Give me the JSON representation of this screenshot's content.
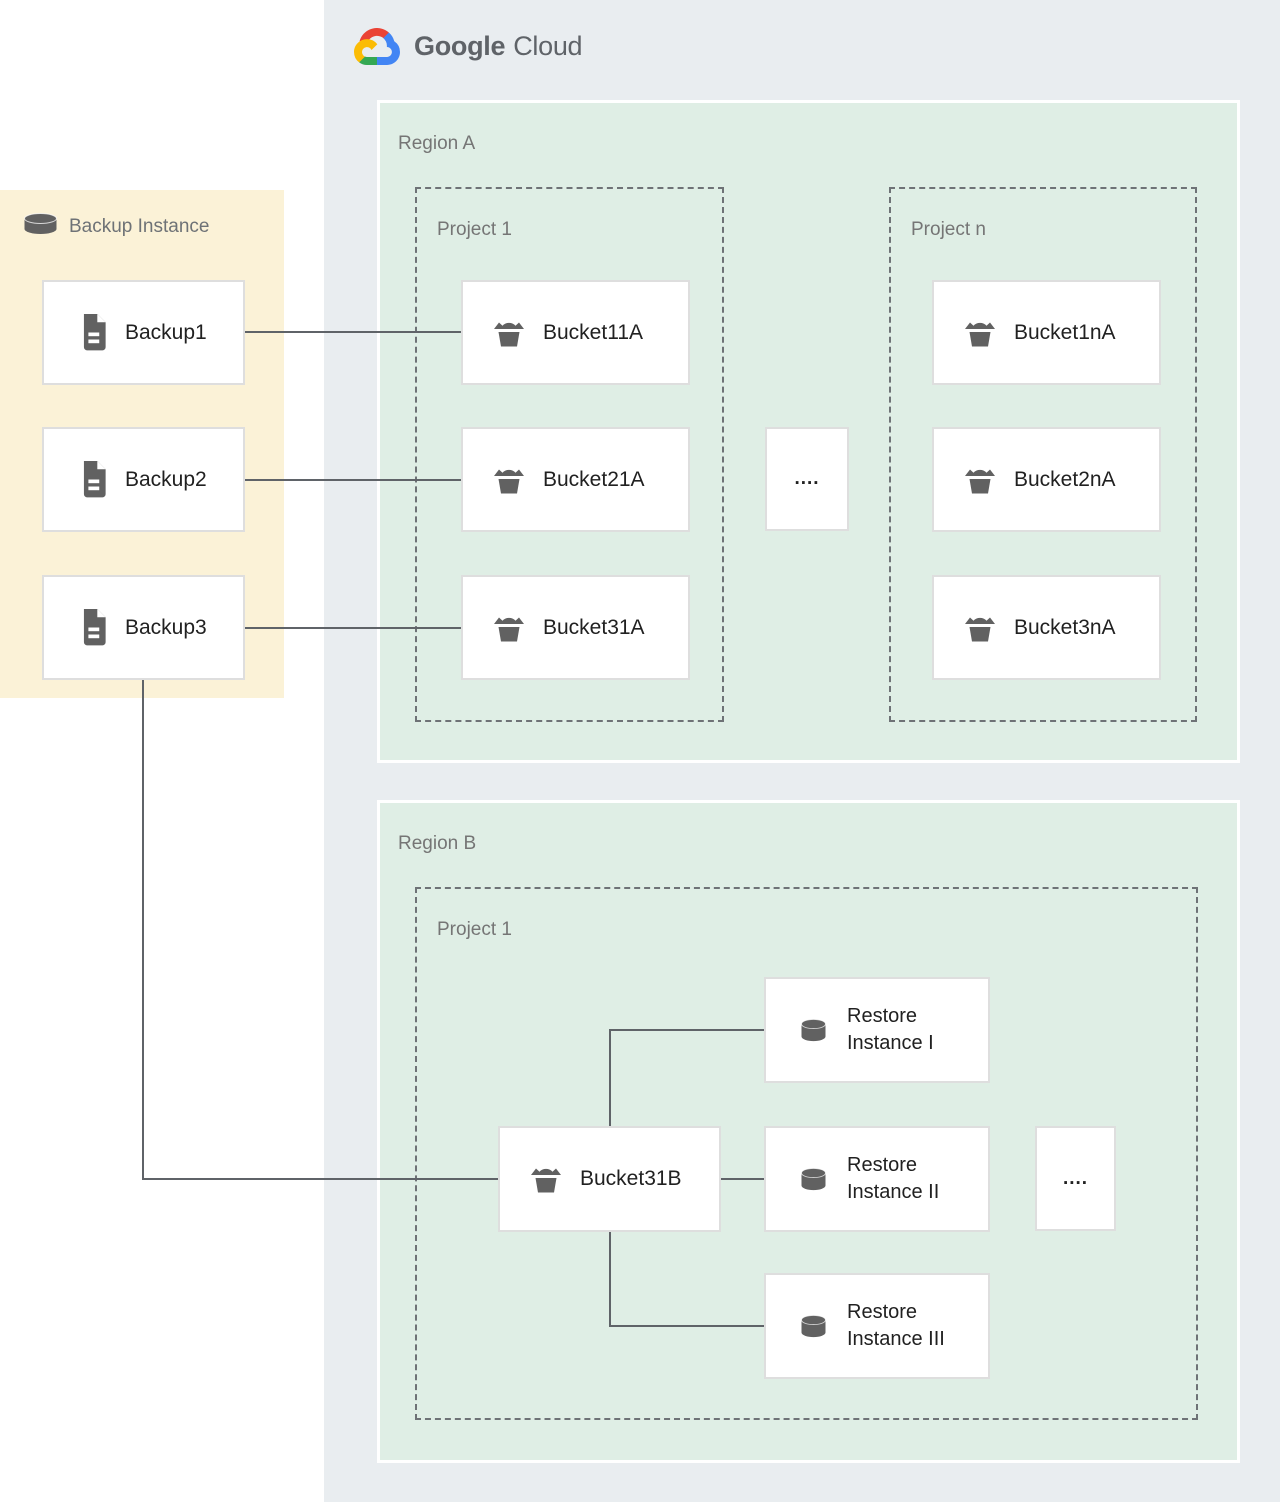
{
  "logo": {
    "icon": "google-cloud-logo",
    "brand": "Google",
    "product": "Cloud"
  },
  "colors": {
    "container_bg": "#e9edf0",
    "region_bg": "#dfeee5",
    "backup_panel_bg": "#fbf2d7",
    "node_bg": "#ffffff",
    "node_border": "#dedede",
    "connector": "#5f6368",
    "dashed_border": "#6e7276",
    "label_gray": "#757575",
    "node_text": "#212121",
    "icon_gray": "#616161",
    "logo_red": "#EA4335",
    "logo_blue": "#4285F4",
    "logo_green": "#34A853",
    "logo_yellow": "#FBBC05"
  },
  "backup_panel": {
    "title": "Backup Instance",
    "title_icon": "database-cylinder-icon",
    "items": [
      {
        "label": "Backup1",
        "icon": "document-icon"
      },
      {
        "label": "Backup2",
        "icon": "document-icon"
      },
      {
        "label": "Backup3",
        "icon": "document-icon"
      }
    ]
  },
  "region_a": {
    "label": "Region A",
    "ellipsis": "....",
    "projects": [
      {
        "label": "Project 1",
        "buckets": [
          {
            "label": "Bucket11A",
            "icon": "bucket-icon"
          },
          {
            "label": "Bucket21A",
            "icon": "bucket-icon"
          },
          {
            "label": "Bucket31A",
            "icon": "bucket-icon"
          }
        ]
      },
      {
        "label": "Project n",
        "buckets": [
          {
            "label": "Bucket1nA",
            "icon": "bucket-icon"
          },
          {
            "label": "Bucket2nA",
            "icon": "bucket-icon"
          },
          {
            "label": "Bucket3nA",
            "icon": "bucket-icon"
          }
        ]
      }
    ]
  },
  "region_b": {
    "label": "Region B",
    "project": {
      "label": "Project 1",
      "ellipsis": "....",
      "bucket": {
        "label": "Bucket31B",
        "icon": "bucket-icon"
      },
      "restores": [
        {
          "line1": "Restore",
          "line2": "Instance I",
          "icon": "database-cylinder-icon"
        },
        {
          "line1": "Restore",
          "line2": "Instance II",
          "icon": "database-cylinder-icon"
        },
        {
          "line1": "Restore",
          "line2": "Instance III",
          "icon": "database-cylinder-icon"
        }
      ]
    }
  },
  "connections": [
    {
      "from": "Backup1",
      "to": "Bucket11A"
    },
    {
      "from": "Backup2",
      "to": "Bucket21A"
    },
    {
      "from": "Backup3",
      "to": "Bucket31A"
    },
    {
      "from": "Backup3",
      "to": "Bucket31B"
    },
    {
      "from": "Bucket31B",
      "to": "Restore Instance I"
    },
    {
      "from": "Bucket31B",
      "to": "Restore Instance II"
    },
    {
      "from": "Bucket31B",
      "to": "Restore Instance III"
    }
  ]
}
